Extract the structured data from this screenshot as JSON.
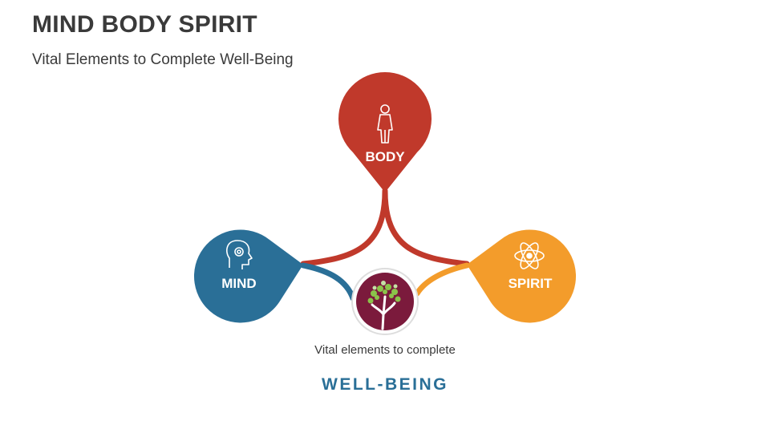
{
  "header": {
    "title": "MIND BODY SPIRIT",
    "subtitle": "Vital Elements to Complete Well-Being"
  },
  "nodes": {
    "body": {
      "label": "BODY",
      "color": "#c0392b",
      "icon": "human-figure-icon"
    },
    "mind": {
      "label": "MIND",
      "color": "#2a6f97",
      "icon": "head-gear-icon"
    },
    "spirit": {
      "label": "SPIRIT",
      "color": "#f39c2b",
      "icon": "atom-icon"
    }
  },
  "center": {
    "icon": "tree-icon",
    "color": "#7b1a3c",
    "caption": "Vital elements to complete",
    "emphasis": "WELL-BEING",
    "emphasis_color": "#2a6f97"
  }
}
